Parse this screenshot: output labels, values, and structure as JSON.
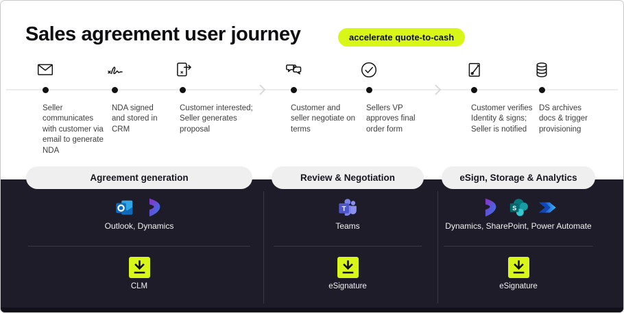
{
  "colors": {
    "accent_lime": "#d9f619",
    "dark_bg": "#1e1c29",
    "footer_bg": "#121019",
    "phase_pill_bg": "#efeff0",
    "timeline_line": "#ececec"
  },
  "header": {
    "title": "Sales agreement user journey",
    "badge": "accelerate quote-to-cash"
  },
  "timeline": {
    "stages": [
      {
        "icon": "envelope-icon",
        "text": "Seller communicates with customer via email to generate NDA"
      },
      {
        "icon": "signature-icon",
        "text": "NDA signed and stored in CRM"
      },
      {
        "icon": "send-document-icon",
        "text": "Customer interested; Seller generates proposal"
      },
      {
        "icon": "chat-bubbles-icon",
        "text": "Customer and seller negotiate on terms"
      },
      {
        "icon": "check-circle-icon",
        "text": "Sellers VP approves final order form"
      },
      {
        "icon": "sign-document-icon",
        "text": "Customer verifies Identity & signs; Seller is notified"
      },
      {
        "icon": "database-icon",
        "text": "DS archives docs & trigger provisioning"
      }
    ]
  },
  "phases": [
    {
      "label": "Agreement generation"
    },
    {
      "label": "Review & Negotiation"
    },
    {
      "label": "eSign, Storage & Analytics"
    }
  ],
  "platforms": [
    {
      "products_label": "Outlook, Dynamics",
      "product_icons": [
        "outlook-icon",
        "dynamics-icon"
      ],
      "docusign_label": "CLM"
    },
    {
      "products_label": "Teams",
      "product_icons": [
        "teams-icon"
      ],
      "docusign_label": "eSignature"
    },
    {
      "products_label": "Dynamics, SharePoint, Power Automate",
      "product_icons": [
        "dynamics-icon",
        "sharepoint-icon",
        "power-automate-icon"
      ],
      "docusign_label": "eSignature"
    }
  ]
}
